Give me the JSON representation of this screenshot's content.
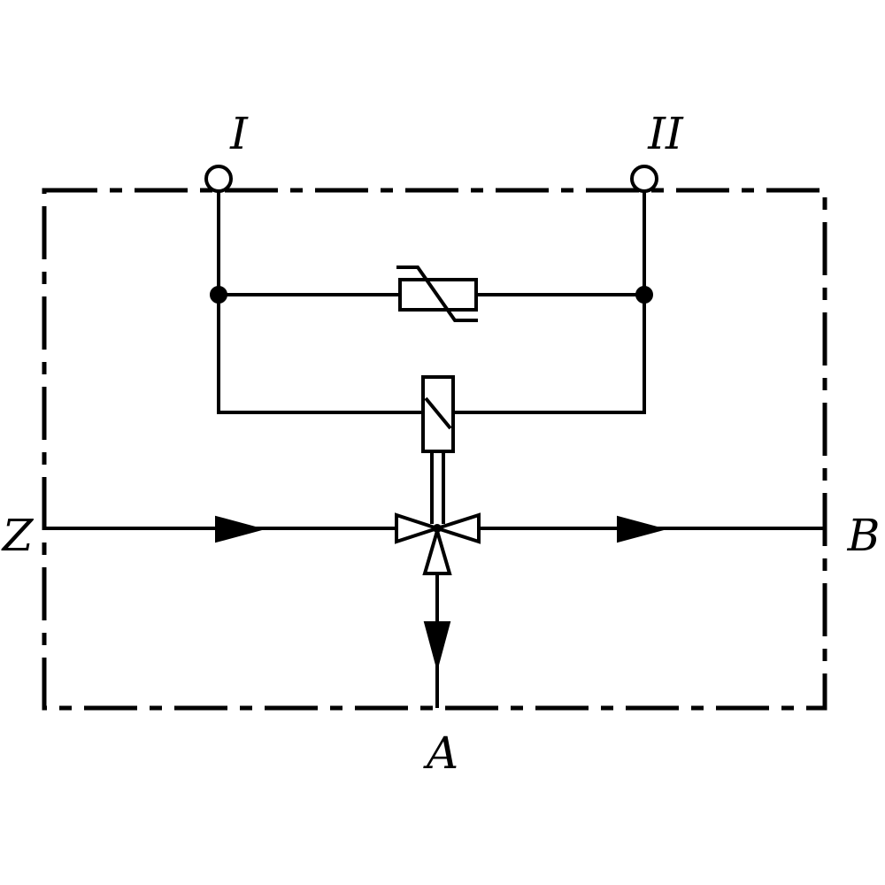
{
  "labels": {
    "terminal_1": "I",
    "terminal_2": "II",
    "port_z": "Z",
    "port_b": "B",
    "port_a": "A"
  },
  "colors": {
    "line": "#000000",
    "background": "#ffffff"
  }
}
